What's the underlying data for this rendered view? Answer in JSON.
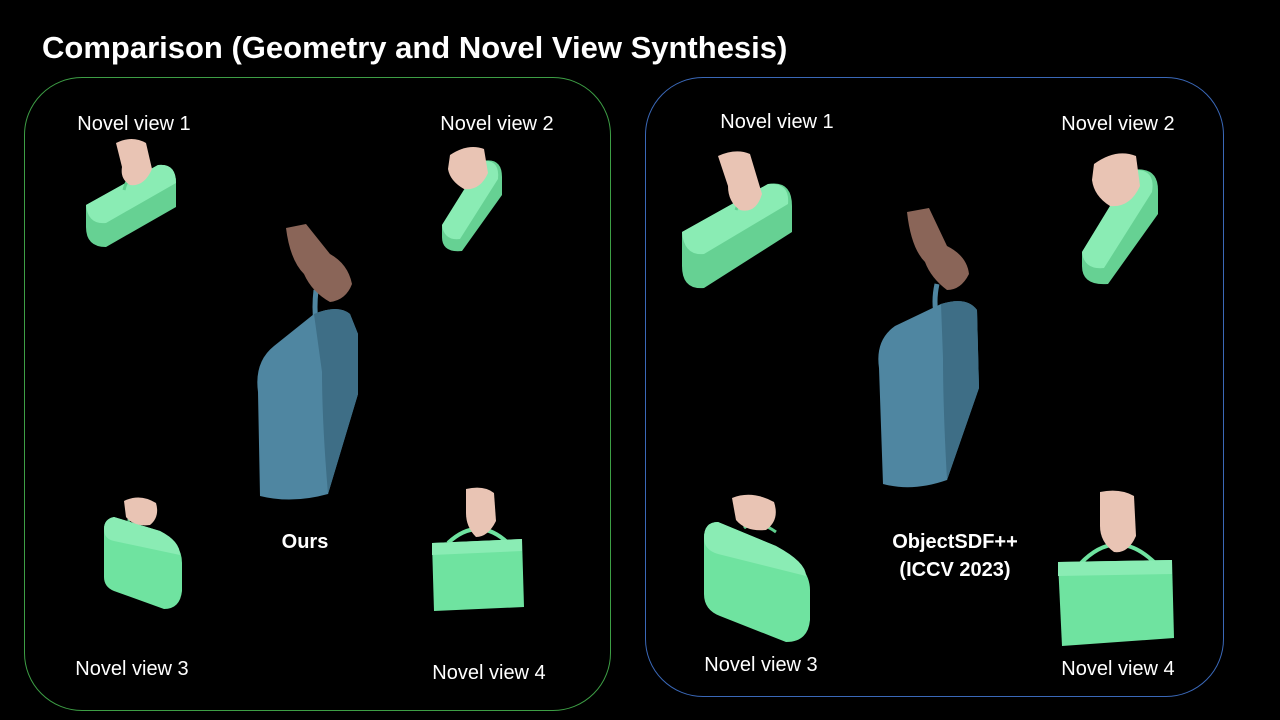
{
  "title": "Comparison (Geometry and Novel View Synthesis)",
  "colors": {
    "background": "#000000",
    "panel_ours_border": "#3d9e45",
    "panel_baseline_border": "#3a68b8",
    "novel_view_object": "#6fe3a0",
    "main_object": "#4f86a1",
    "hand": "#e9c4b4",
    "main_hand": "#8a6558"
  },
  "panels": {
    "ours": {
      "method_label": "Ours",
      "views": [
        "Novel view 1",
        "Novel view 2",
        "Novel view 3",
        "Novel view 4"
      ]
    },
    "baseline": {
      "method_label_line1": "ObjectSDF++",
      "method_label_line2": "(ICCV 2023)",
      "views": [
        "Novel view 1",
        "Novel view 2",
        "Novel view 3",
        "Novel view 4"
      ]
    }
  }
}
